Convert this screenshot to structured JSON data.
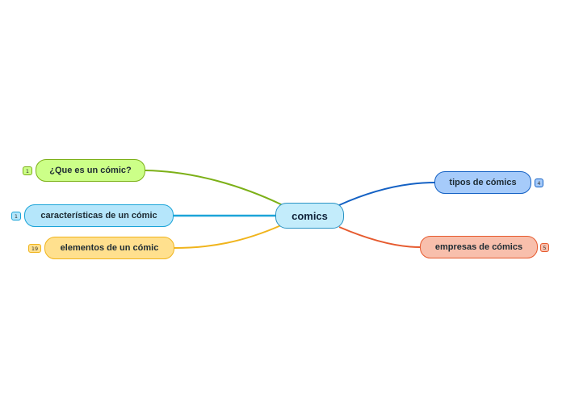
{
  "central_topic": {
    "label": "comics",
    "fill": "#c3ecfb",
    "border": "#2a93c4"
  },
  "topics": [
    {
      "id": "que-es",
      "label": "¿Que es un cómic?",
      "count": "1",
      "side": "left",
      "fill": "#ccff88",
      "border": "#7cb017",
      "line_color": "#7cb017"
    },
    {
      "id": "caracteristicas",
      "label": "características de un cómic",
      "count": "1",
      "side": "left",
      "fill": "#b5e6fb",
      "border": "#1ba4d8",
      "line_color": "#1ba4d8"
    },
    {
      "id": "elementos",
      "label": "elementos de un cómic",
      "count": "19",
      "side": "left",
      "fill": "#ffe08e",
      "border": "#f0b41c",
      "line_color": "#f0b41c"
    },
    {
      "id": "tipos",
      "label": "tipos de cómics",
      "count": "4",
      "side": "right",
      "fill": "#a6cbfa",
      "border": "#1461c4",
      "line_color": "#1461c4"
    },
    {
      "id": "empresas",
      "label": "empresas de cómics",
      "count": "5",
      "side": "right",
      "fill": "#f8bfac",
      "border": "#e65a2e",
      "line_color": "#e65a2e"
    }
  ]
}
